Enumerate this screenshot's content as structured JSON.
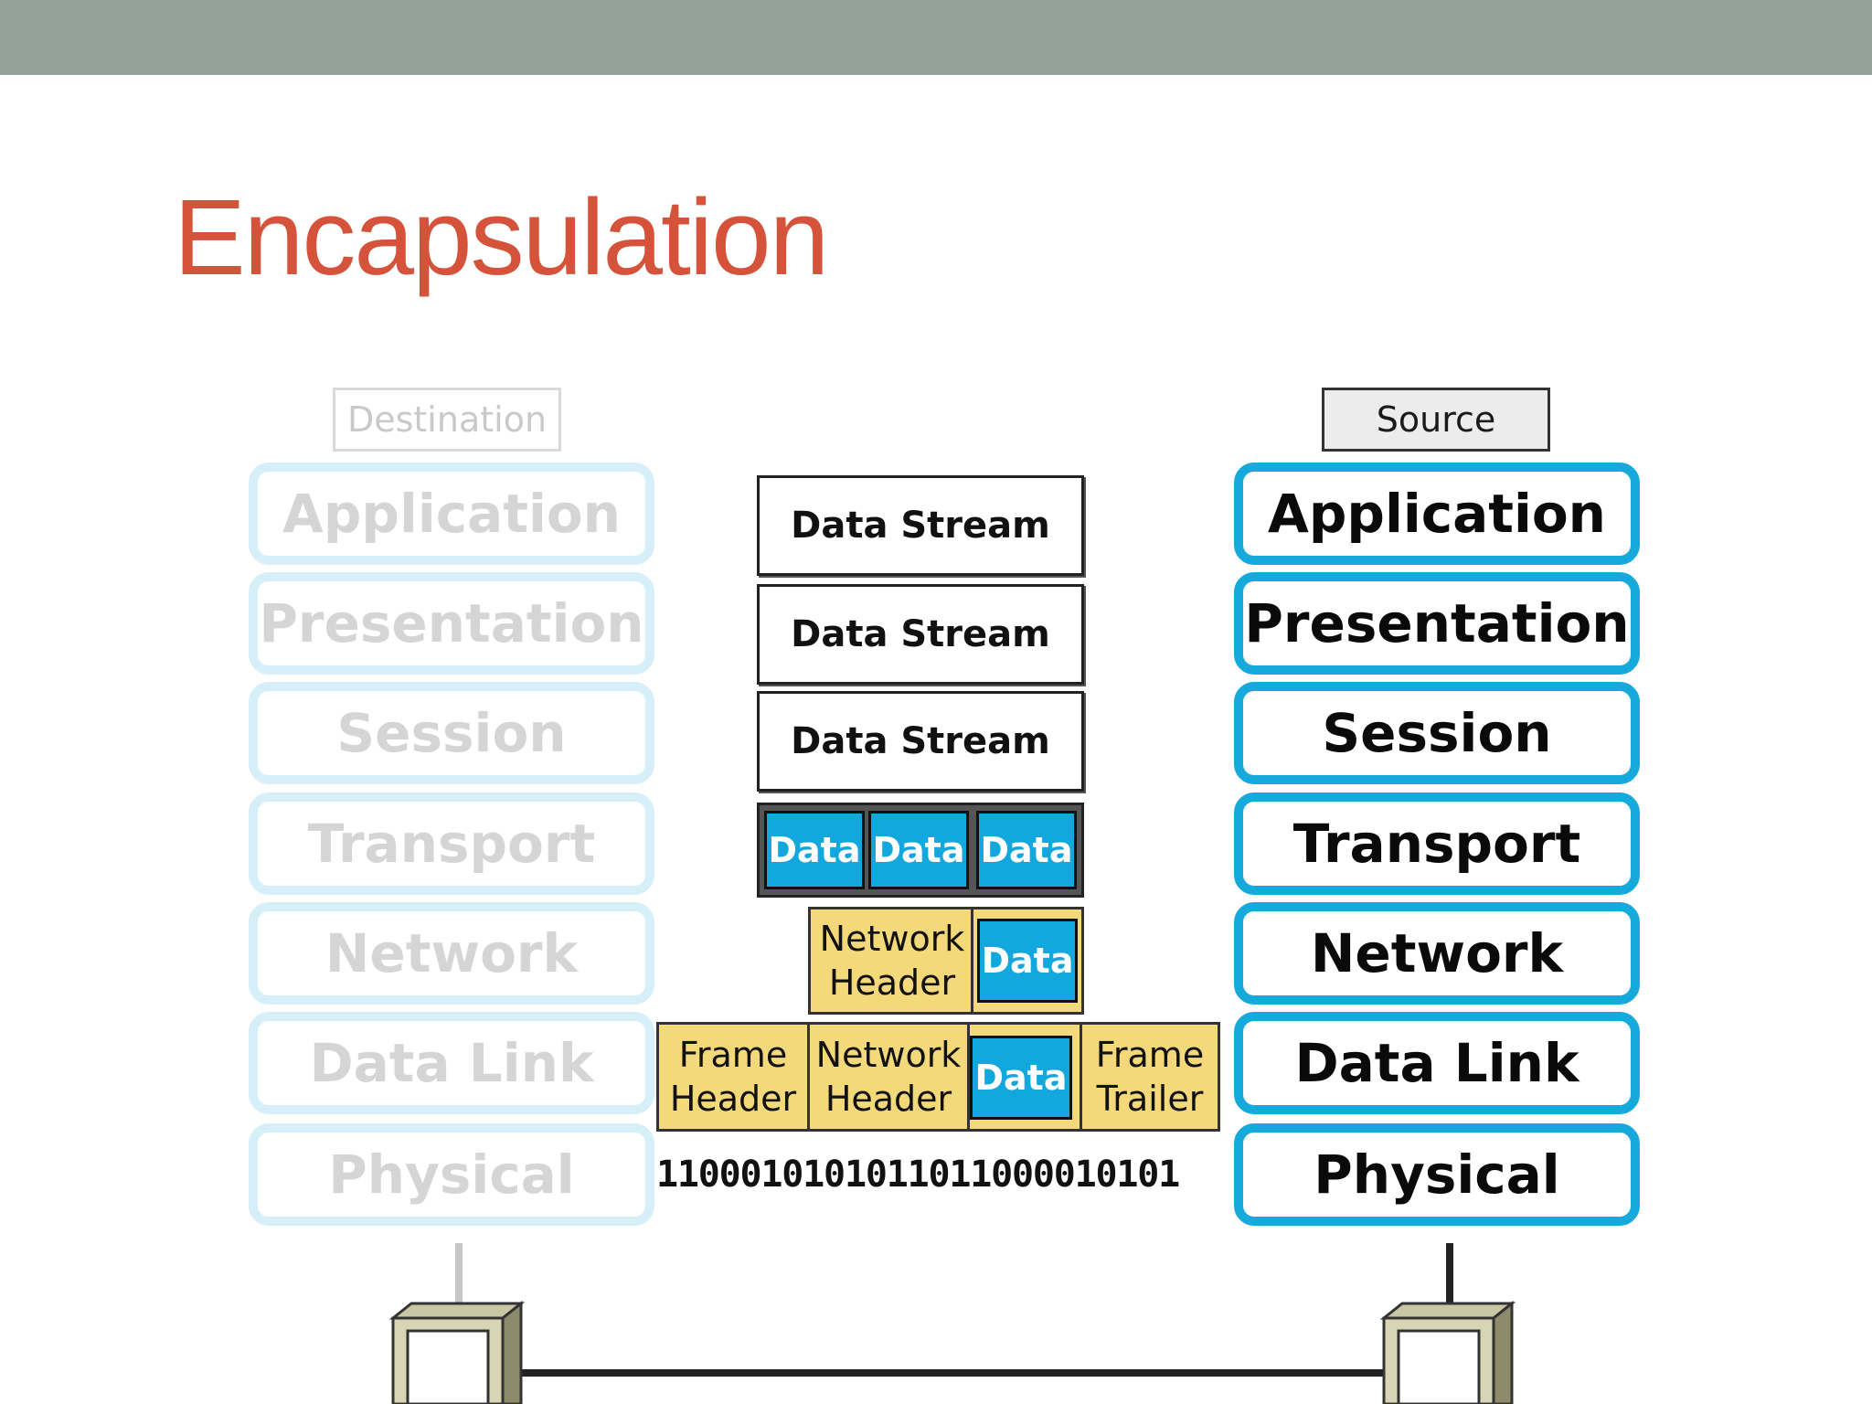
{
  "slide": {
    "title": "Encapsulation"
  },
  "destination": {
    "label": "Destination",
    "layers": [
      "Application",
      "Presentation",
      "Session",
      "Transport",
      "Network",
      "Data Link",
      "Physical"
    ]
  },
  "source": {
    "label": "Source",
    "layers": [
      "Application",
      "Presentation",
      "Session",
      "Transport",
      "Network",
      "Data Link",
      "Physical"
    ]
  },
  "pdus": {
    "data_stream": [
      "Data Stream",
      "Data Stream",
      "Data Stream"
    ],
    "segments": [
      "Data",
      "Data",
      "Data"
    ],
    "packet": {
      "header_line1": "Network",
      "header_line2": "Header",
      "data": "Data"
    },
    "frame": {
      "frame_header_line1": "Frame",
      "frame_header_line2": "Header",
      "network_header_line1": "Network",
      "network_header_line2": "Header",
      "data": "Data",
      "frame_trailer_line1": "Frame",
      "frame_trailer_line2": "Trailer"
    },
    "bits": "1100010101011011000010101"
  },
  "colors": {
    "top_bar": "#93a299",
    "title": "#d5533b",
    "source_border": "#15a9dc",
    "destination_border": "#d6eff9",
    "data_blue": "#12a8de",
    "header_yellow": "#f4d97a"
  }
}
